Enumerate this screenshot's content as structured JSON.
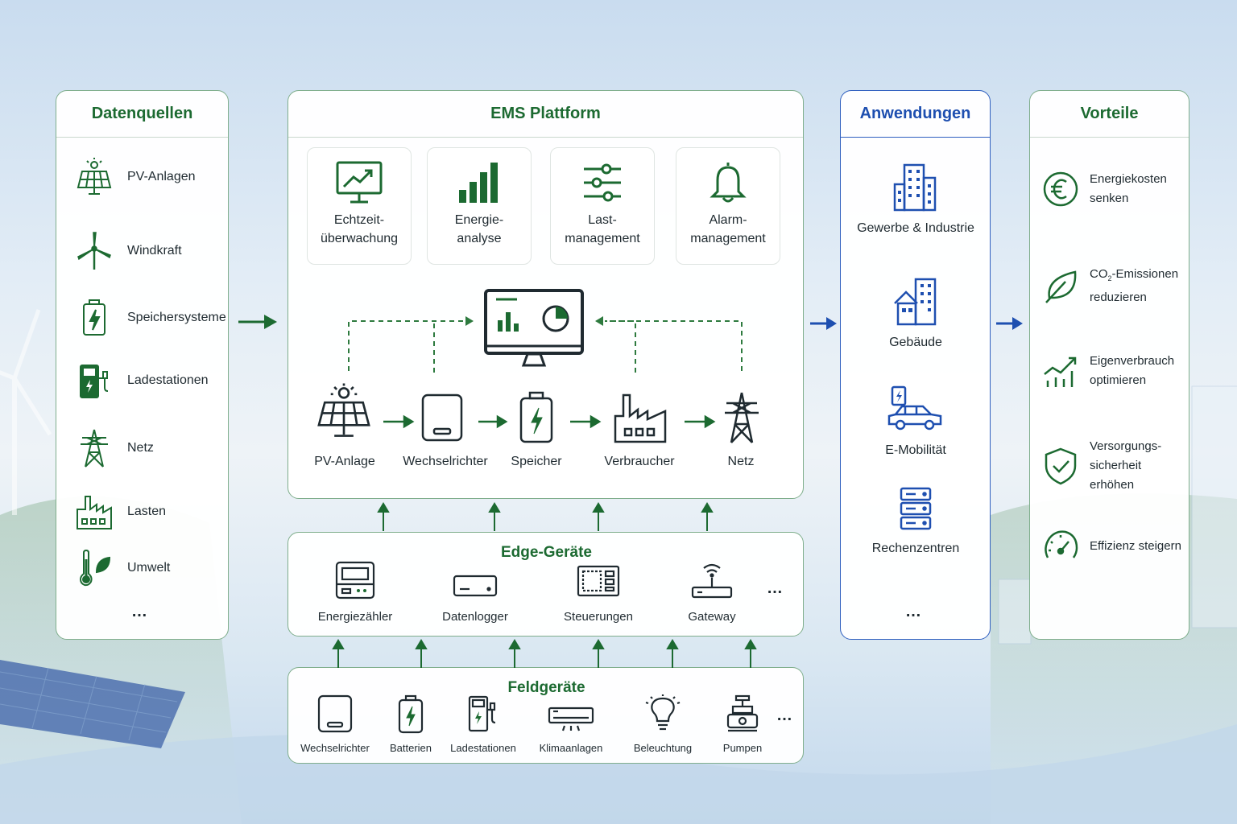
{
  "datenquellen": {
    "title": "Datenquellen",
    "items": [
      {
        "label": "PV-Anlagen",
        "icon": "solar-panel-icon"
      },
      {
        "label": "Windkraft",
        "icon": "wind-turbine-icon"
      },
      {
        "label": "Speichersysteme",
        "icon": "battery-icon"
      },
      {
        "label": "Ladestationen",
        "icon": "charging-station-icon"
      },
      {
        "label": "Netz",
        "icon": "power-pylon-icon"
      },
      {
        "label": "Lasten",
        "icon": "factory-icon"
      },
      {
        "label": "Umwelt",
        "icon": "thermometer-leaf-icon"
      }
    ],
    "more": "…"
  },
  "ems": {
    "title": "EMS Plattform",
    "cards": [
      {
        "line1": "Echtzeit-",
        "line2": "überwachung",
        "icon": "monitor-chart-icon"
      },
      {
        "line1": "Energie-",
        "line2": "analyse",
        "icon": "bar-chart-icon"
      },
      {
        "line1": "Last-",
        "line2": "management",
        "icon": "sliders-icon"
      },
      {
        "line1": "Alarm-",
        "line2": "management",
        "icon": "bell-icon"
      }
    ],
    "flow": [
      {
        "label": "PV-Anlage",
        "icon": "solar-panel-icon"
      },
      {
        "label": "Wechselrichter",
        "icon": "inverter-icon"
      },
      {
        "label": "Speicher",
        "icon": "battery-icon"
      },
      {
        "label": "Verbraucher",
        "icon": "factory-icon"
      },
      {
        "label": "Netz",
        "icon": "power-pylon-icon"
      }
    ]
  },
  "edge": {
    "title": "Edge-Geräte",
    "items": [
      "Energiezähler",
      "Datenlogger",
      "Steuerungen",
      "Gateway"
    ],
    "more": "…"
  },
  "feld": {
    "title": "Feldgeräte",
    "items": [
      "Wechselrichter",
      "Batterien",
      "Ladestationen",
      "Klimaanlagen",
      "Beleuchtung",
      "Pumpen"
    ],
    "more": "…"
  },
  "anwendungen": {
    "title": "Anwendungen",
    "items": [
      "Gewerbe & Industrie",
      "Gebäude",
      "E-Mobilität",
      "Rechenzentren"
    ],
    "more": "…"
  },
  "vorteile": {
    "title": "Vorteile",
    "items": [
      {
        "line1": "Energiekosten",
        "line2": "senken",
        "icon": "euro-icon"
      },
      {
        "line1_pre": "CO",
        "line1_sub": "2",
        "line1_post": "-Emissionen",
        "line2": "reduzieren",
        "icon": "leaf-icon"
      },
      {
        "line1": "Eigenverbrauch",
        "line2": "optimieren",
        "icon": "growth-chart-icon"
      },
      {
        "line1": "Versorgungs-",
        "line2": "sicherheit erhöhen",
        "icon": "shield-check-icon"
      },
      {
        "line1": "Effizienz steigern",
        "line2": "",
        "icon": "gauge-icon"
      }
    ]
  },
  "colors": {
    "green": "#1c6a31",
    "blue": "#1e4fb0",
    "dash": "#2d7a3e"
  }
}
